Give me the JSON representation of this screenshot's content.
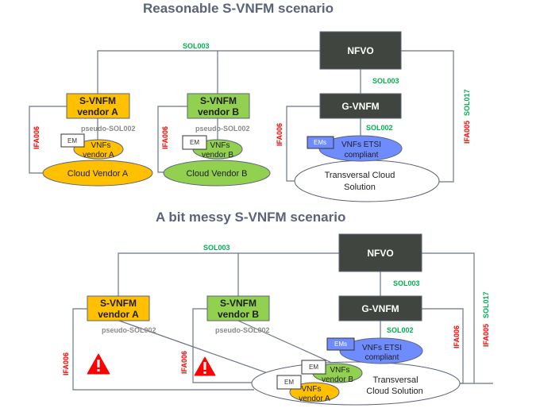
{
  "top": {
    "title": "Reasonable S-VNFM scenario",
    "nfvo": "NFVO",
    "gvnfm": "G-VNFM",
    "svnfm_a": {
      "line1": "S-VNFM",
      "line2": "vendor A"
    },
    "svnfm_b": {
      "line1": "S-VNFM",
      "line2": "vendor B"
    },
    "sol003_top": "SOL003",
    "sol003_nfvo_gvnfm": "SOL003",
    "sol002": "SOL002",
    "sol017": "SOL017",
    "ifa005": "IFA005",
    "ifa006_a": "IFA006",
    "ifa006_b": "IFA006",
    "ifa006_g": "IFA006",
    "pseudo_a": "pseudo-SOL002",
    "pseudo_b": "pseudo-SOL002",
    "em_a": "EM",
    "em_b": "EM",
    "ems": "EMs",
    "vnfs_a": {
      "line1": "VNFs",
      "line2": "vendor A"
    },
    "vnfs_b": {
      "line1": "VNFs",
      "line2": "vendor B"
    },
    "vnfs_etsi": {
      "line1": "VNFs ETSI",
      "line2": "compliant"
    },
    "cloud_a": "Cloud Vendor A",
    "cloud_b": "Cloud Vendor B",
    "transversal": {
      "line1": "Transversal Cloud",
      "line2": "Solution"
    }
  },
  "bottom": {
    "title": "A bit messy S-VNFM scenario",
    "nfvo": "NFVO",
    "gvnfm": "G-VNFM",
    "svnfm_a": {
      "line1": "S-VNFM",
      "line2": "vendor A"
    },
    "svnfm_b": {
      "line1": "S-VNFM",
      "line2": "vendor B"
    },
    "sol003_top": "SOL003",
    "sol003_nfvo_gvnfm": "SOL003",
    "sol002": "SOL002",
    "sol017": "SOL017",
    "ifa005": "IFA005",
    "ifa006_a": "IFA006",
    "ifa006_b": "IFA006",
    "ifa006_g": "IFA006",
    "pseudo_a": "pseudo-SOL002",
    "pseudo_b": "pseudo-SOL002",
    "em_a": "EM",
    "em_b": "EM",
    "ems": "EMs",
    "vnfs_a": {
      "line1": "VNFs",
      "line2": "vendor A"
    },
    "vnfs_b": {
      "line1": "VNFs",
      "line2": "vendor B"
    },
    "vnfs_etsi": {
      "line1": "VNFs ETSI",
      "line2": "compliant"
    },
    "transversal": {
      "line1": "Transversal",
      "line2": "Cloud Solution"
    },
    "warning_icons": [
      "warning-icon",
      "warning-icon"
    ]
  },
  "colors": {
    "vendor_a": "#ffc000",
    "vendor_b": "#92d050",
    "dark_box": "#404540",
    "etsi_blue": "#6f8cff",
    "green_label": "#00b050",
    "red_label": "#ff0000",
    "title": "#5a6378",
    "line": "#6b7488"
  }
}
